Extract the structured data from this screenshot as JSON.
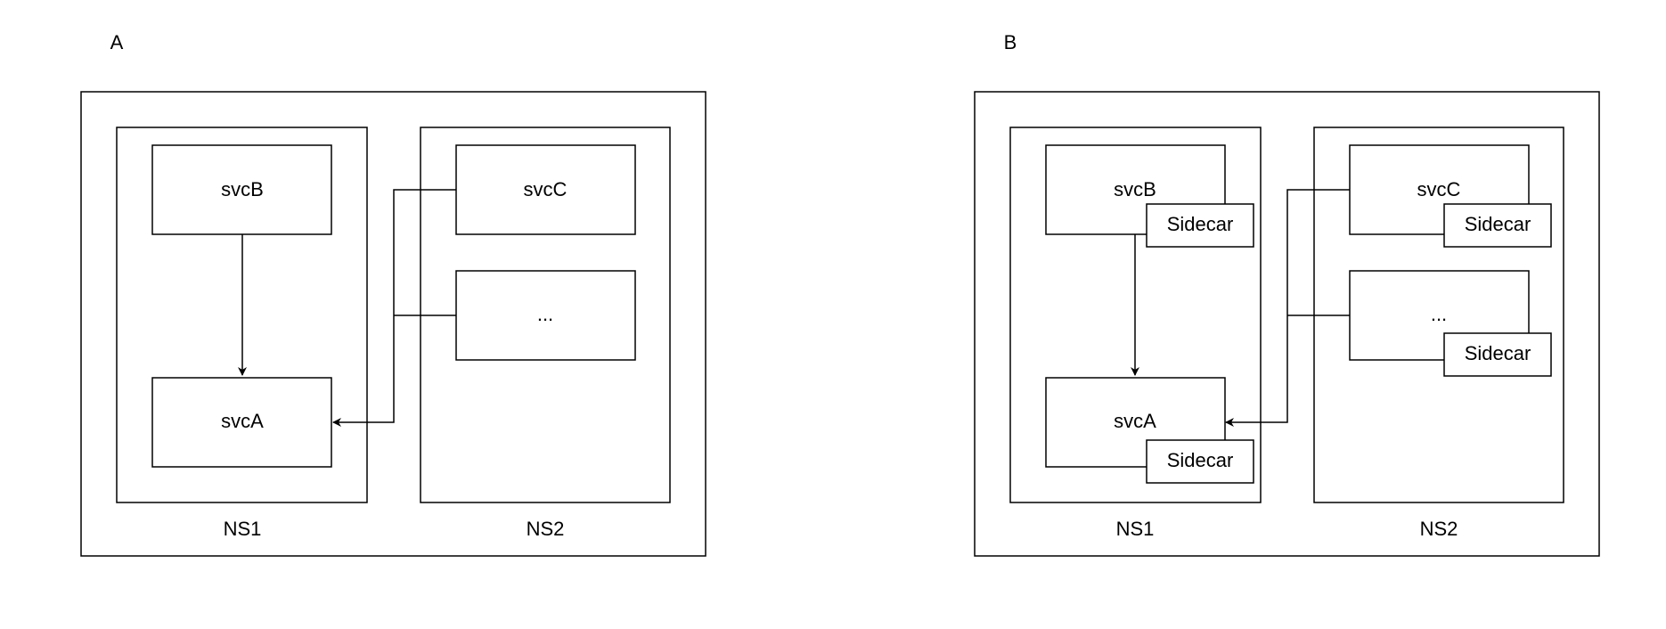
{
  "diagrams": [
    {
      "label": "A",
      "ns1_label": "NS1",
      "ns2_label": "NS2",
      "svc_b": "svcB",
      "svc_a": "svcA",
      "svc_c": "svcC",
      "svc_more": "..."
    },
    {
      "label": "B",
      "ns1_label": "NS1",
      "ns2_label": "NS2",
      "svc_b": "svcB",
      "svc_a": "svcA",
      "svc_c": "svcC",
      "svc_more": "...",
      "sidecar_label": "Sidecar"
    }
  ]
}
